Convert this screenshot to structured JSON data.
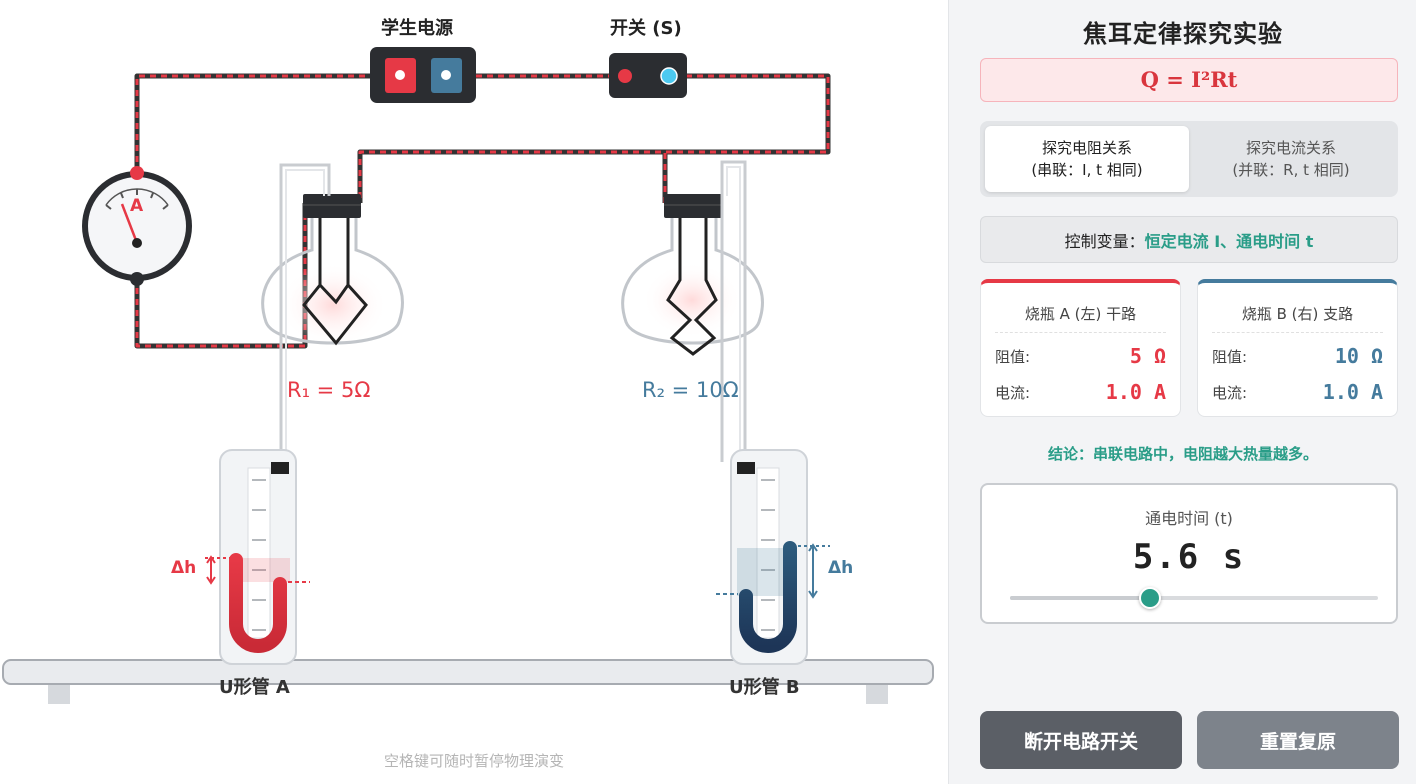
{
  "stage": {
    "power_label": "学生电源",
    "switch_label": "开关 (S)",
    "ammeter_symbol": "A",
    "r1_label": "R₁ = 5Ω",
    "r2_label": "R₂ = 10Ω",
    "dh_label_a": "Δh",
    "dh_label_b": "Δh",
    "tube_a_label": "U形管 A",
    "tube_b_label": "U形管 B",
    "hint": "空格键可随时暂停物理演变"
  },
  "panel": {
    "title": "焦耳定律探究实验",
    "formula": "Q = I²Rt",
    "tabs": [
      {
        "line1": "探究电阻关系",
        "line2": "(串联：I, t 相同)",
        "active": true
      },
      {
        "line1": "探究电流关系",
        "line2": "(并联：R, t 相同)",
        "active": false
      }
    ],
    "control_prefix": "控制变量：",
    "control_value": "恒定电流 I、通电时间 t",
    "card_a": {
      "title": "烧瓶 A (左) 干路",
      "res_label": "阻值:",
      "res_value": "5 Ω",
      "cur_label": "电流:",
      "cur_value": "1.0 A"
    },
    "card_b": {
      "title": "烧瓶 B (右) 支路",
      "res_label": "阻值:",
      "res_value": "10 Ω",
      "cur_label": "电流:",
      "cur_value": "1.0 A"
    },
    "conclusion": "结论：串联电路中，电阻越大热量越多。",
    "time_label": "通电时间 (t)",
    "time_value": "5.6 s",
    "time_slider_fraction": 0.38,
    "btn_switch": "断开电路开关",
    "btn_reset": "重置复原"
  },
  "colors": {
    "red": "#e63946",
    "blue": "#457b9d",
    "navy": "#1d3557",
    "teal": "#2a9d88",
    "wire_dark": "#333333"
  },
  "icons": [
    "ammeter-icon",
    "power-supply-icon",
    "switch-icon",
    "flask-icon",
    "u-tube-icon"
  ]
}
